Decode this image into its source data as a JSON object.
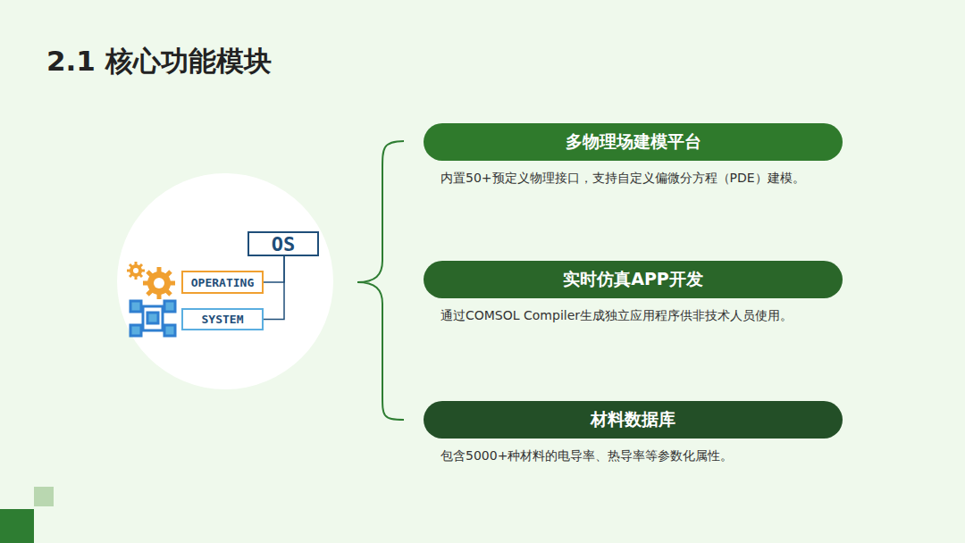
{
  "diagram": {
    "title": "2.1 核心功能模块",
    "nodes": [
      {
        "text": [
          "OS"
        ]
      },
      {
        "text": [
          "OPERATING"
        ]
      },
      {
        "text": [
          "SYSTEM"
        ]
      },
      {
        "text": [
          "多物理场建模平台",
          "内置50+预定义物理接口，支持自定义偏微分方程（PDE）建模。"
        ]
      },
      {
        "text": [
          "实时仿真APP开发",
          "通过COMSOL Compiler生成独立应用程序供非技术人员使用。"
        ]
      },
      {
        "text": [
          "材料数据库",
          "包含5000+种材料的电导率、热导率等参数化属性。"
        ]
      }
    ],
    "edges": [
      {
        "from": 1,
        "to": 0,
        "arrow": "none"
      },
      {
        "from": 2,
        "to": 0,
        "arrow": "none"
      }
    ]
  }
}
